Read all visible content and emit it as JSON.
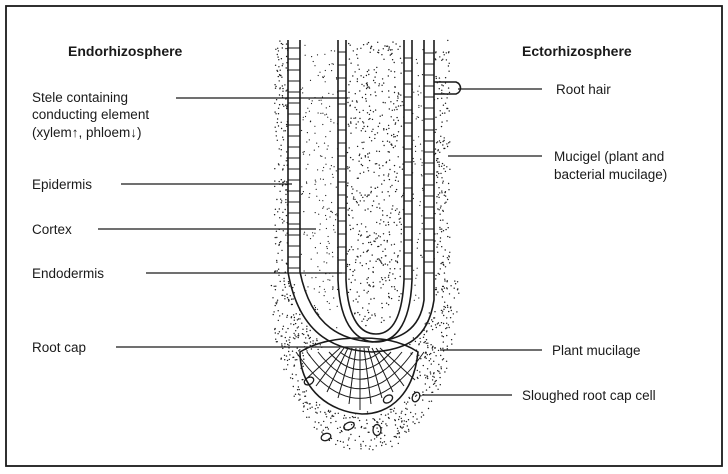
{
  "headings": {
    "left": "Endorhizosphere",
    "right": "Ectorhizosphere"
  },
  "labels": {
    "stele_line1": "Stele containing",
    "stele_line2": "conducting element",
    "stele_line3": "(xylem↑, phloem↓)",
    "epidermis": "Epidermis",
    "cortex": "Cortex",
    "endodermis": "Endodermis",
    "root_cap": "Root cap",
    "root_hair": "Root hair",
    "mucigel_line1": "Mucigel (plant and",
    "mucigel_line2": "bacterial mucilage)",
    "plant_mucilage": "Plant mucilage",
    "sloughed_cell": "Sloughed root cap cell"
  },
  "colors": {
    "ink": "#1a1a1a",
    "paper": "#ffffff"
  }
}
